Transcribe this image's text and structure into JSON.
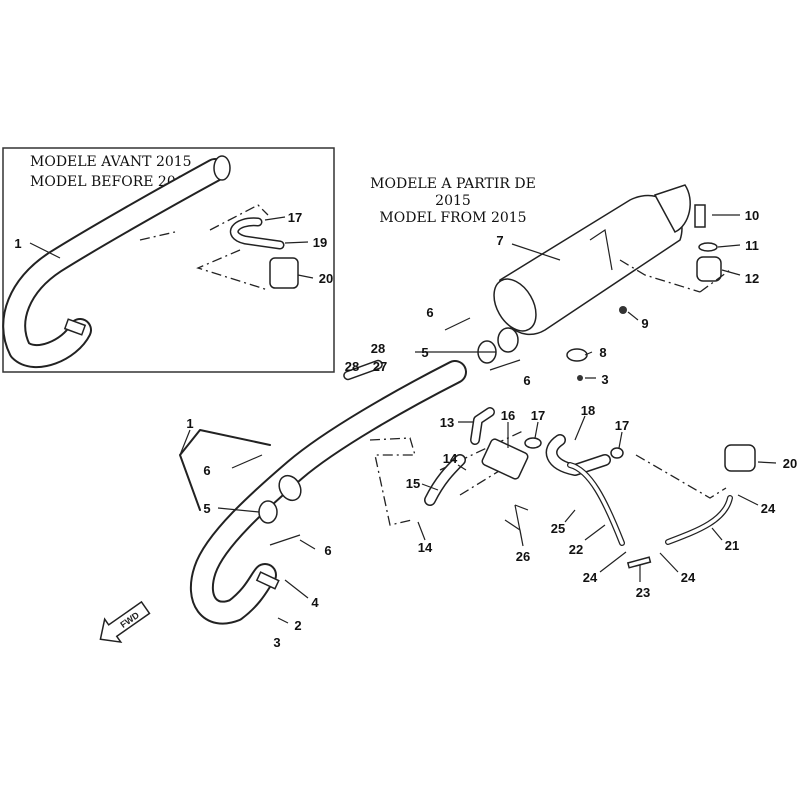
{
  "inset": {
    "title_fr": "MODELE AVANT 2015",
    "title_en": "MODEL BEFORE 2015",
    "callouts": [
      "1",
      "17",
      "19",
      "20"
    ]
  },
  "main": {
    "title_fr": "MODELE A PARTIR DE",
    "title_year": "2015",
    "title_en": "MODEL FROM 2015",
    "callouts": [
      "7",
      "10",
      "11",
      "12",
      "9",
      "8",
      "3",
      "6",
      "5",
      "28",
      "28",
      "27",
      "6",
      "1",
      "6",
      "5",
      "6",
      "4",
      "2",
      "3",
      "13",
      "16",
      "17",
      "18",
      "17",
      "20",
      "14",
      "15",
      "14",
      "26",
      "25",
      "22",
      "24",
      "24",
      "23",
      "24",
      "21"
    ]
  },
  "fwd_label": "FWD"
}
